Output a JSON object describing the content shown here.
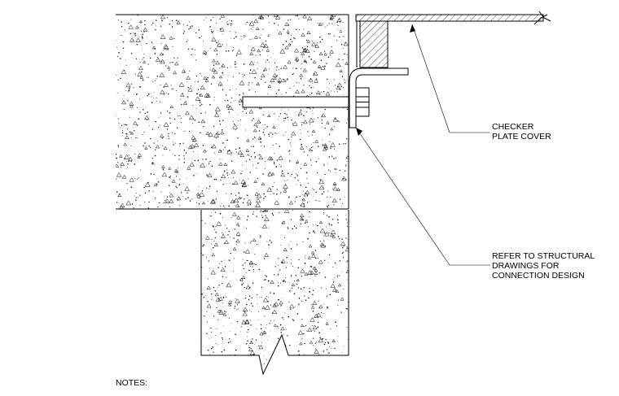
{
  "labels": {
    "checker_plate": [
      "CHECKER",
      "PLATE COVER"
    ],
    "structural_ref": [
      "REFER TO STRUCTURAL",
      "DRAWINGS FOR",
      "CONNECTION DESIGN"
    ],
    "notes": "NOTES:"
  },
  "colors": {
    "line": "#000000",
    "background": "#ffffff"
  }
}
